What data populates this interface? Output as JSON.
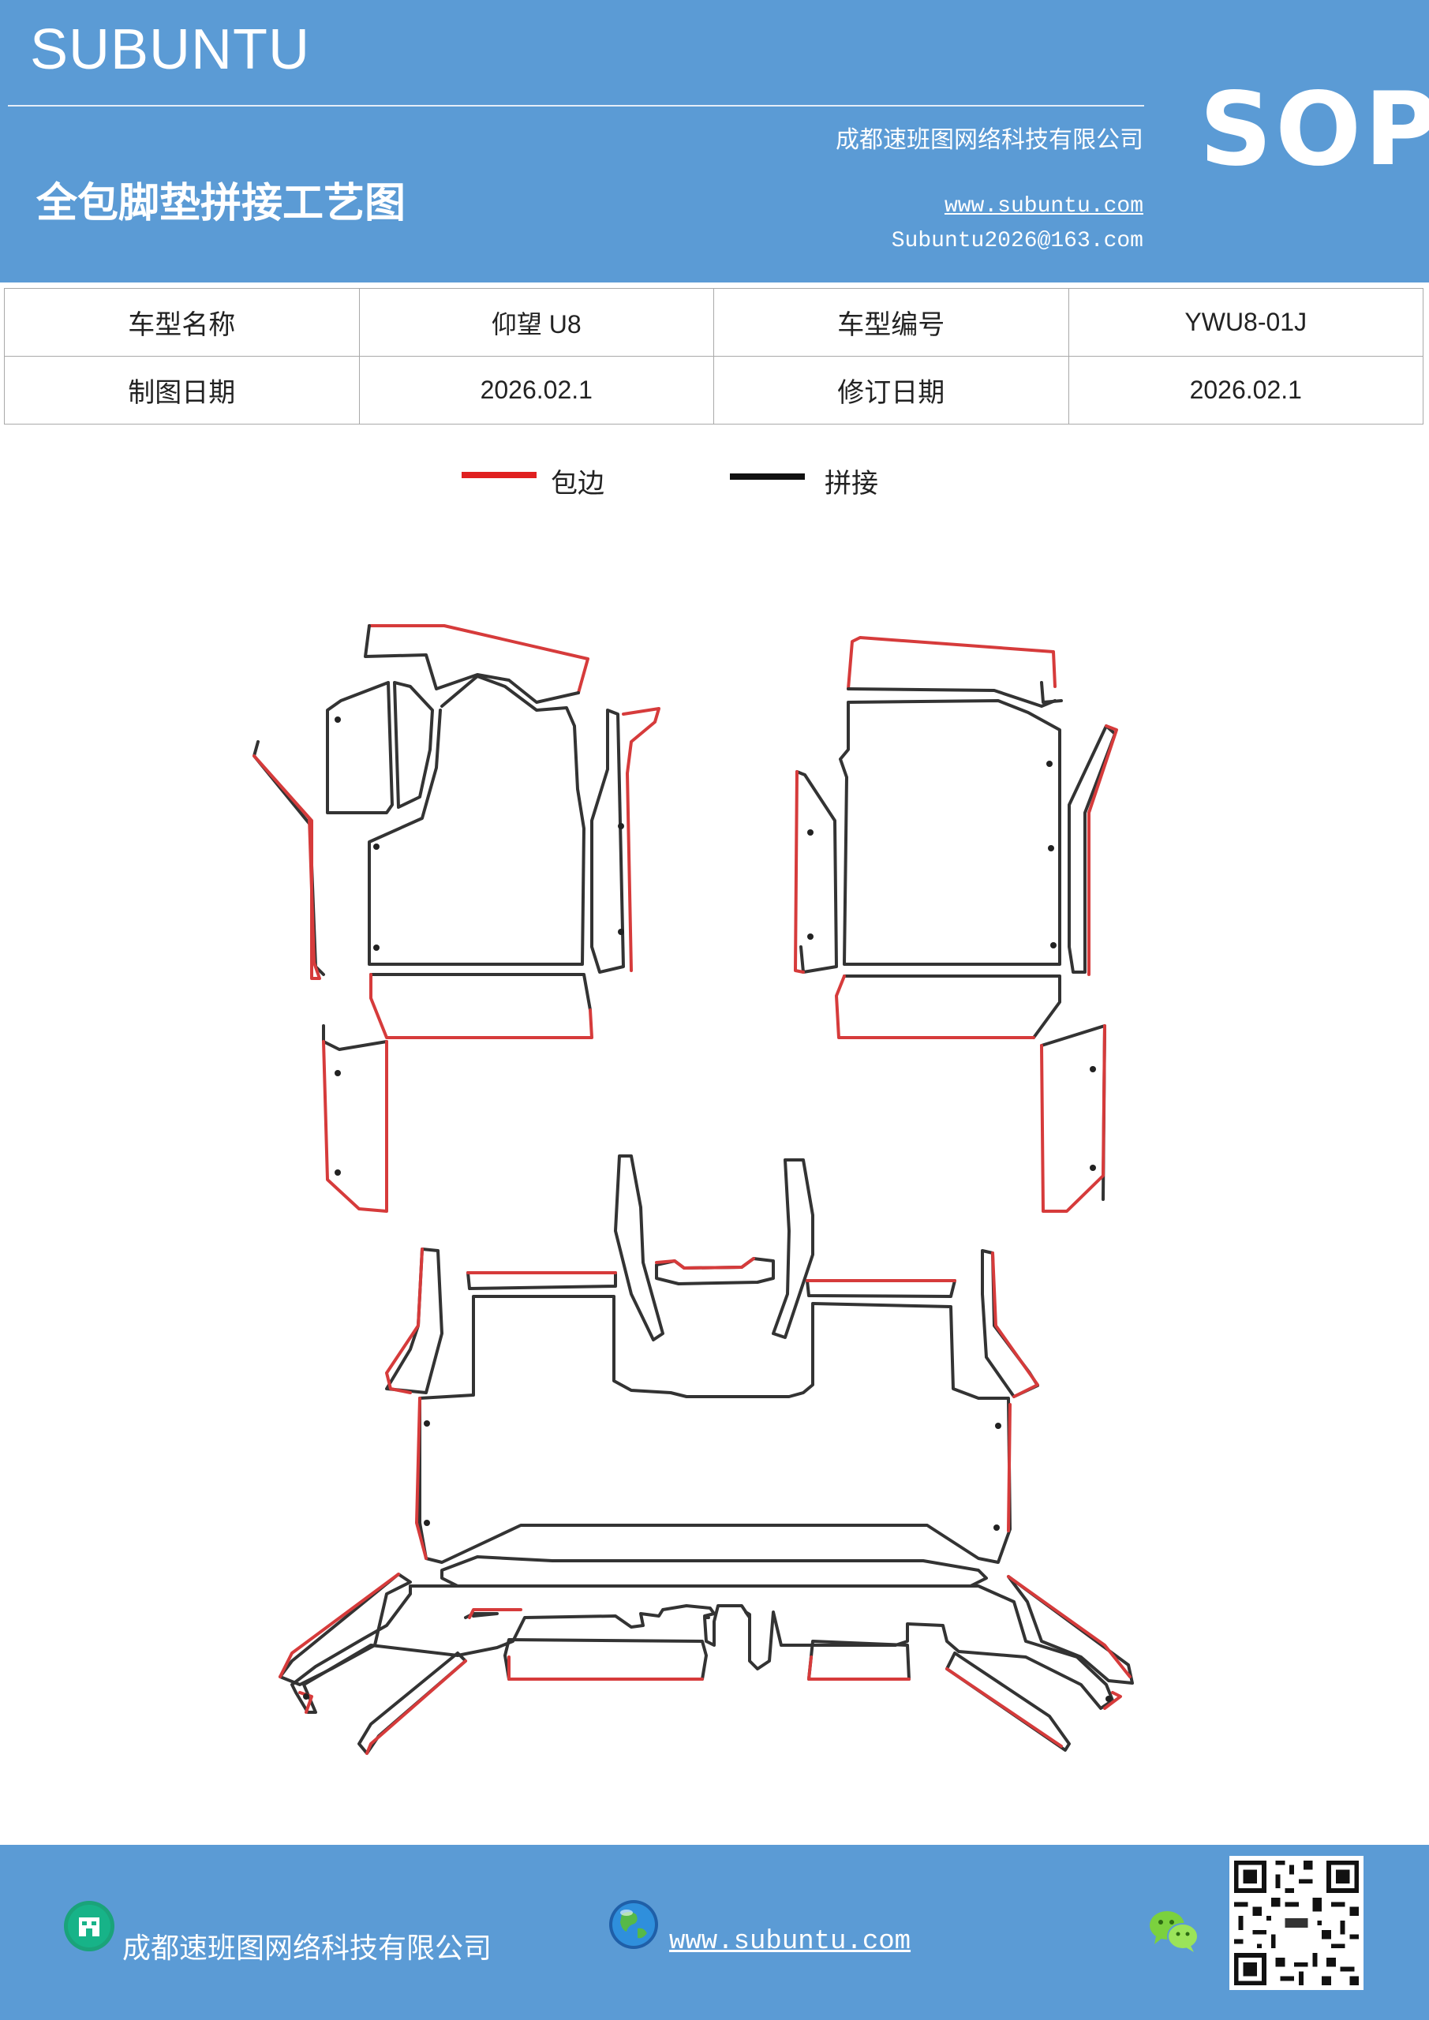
{
  "header": {
    "brand": "SUBUNTU",
    "title": "全包脚垫拼接工艺图",
    "company": "成都速班图网络科技有限公司",
    "website": "www.subuntu.com",
    "email": "Subuntu2026@163.com",
    "sop": "SOP"
  },
  "info_table": {
    "rows": [
      [
        "车型名称",
        "仰望 U8",
        "车型编号",
        "YWU8-01J"
      ],
      [
        "制图日期",
        "2026.02.1",
        "修订日期",
        "2026.02.1"
      ]
    ]
  },
  "legend": {
    "items": [
      {
        "label": "包边",
        "color": "#e02020"
      },
      {
        "label": "拼接",
        "color": "#111111"
      }
    ]
  },
  "footer": {
    "company": "成都速班图网络科技有限公司",
    "website": "www.subuntu.com",
    "icons": [
      "building-icon",
      "globe-icon",
      "wechat-icon",
      "qr-code"
    ]
  }
}
